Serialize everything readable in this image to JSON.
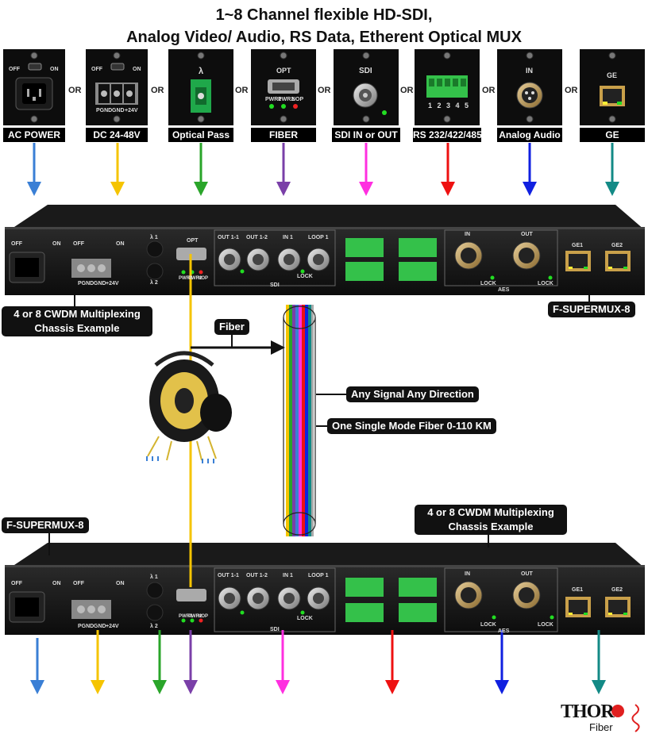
{
  "title_line1": "1~8 Channel flexible HD-SDI,",
  "title_line2": "Analog Video/ Audio, RS Data, Etherent Optical MUX",
  "or_label": "OR",
  "modules": [
    {
      "label": "AC POWER",
      "color": "#3a7fd5"
    },
    {
      "label": "DC 24-48V",
      "color": "#f5c400"
    },
    {
      "label": "Optical Pass",
      "color": "#2aa52a"
    },
    {
      "label": "FIBER",
      "color": "#7a3fa8"
    },
    {
      "label": "SDI IN or OUT",
      "color": "#ff2fe0"
    },
    {
      "label": "RS 232/422/485",
      "color": "#ee1111"
    },
    {
      "label": "Analog Audio",
      "color": "#1020e0"
    },
    {
      "label": "GE",
      "color": "#138a86"
    }
  ],
  "module_tiny": {
    "off": "OFF",
    "on": "ON",
    "lambda": "λ",
    "opt": "OPT",
    "pwr1": "PWR1",
    "pwr2": "PWR2",
    "nop": "NOP",
    "sdi": "SDI",
    "in": "IN",
    "ge": "GE",
    "rs_nums": "1 2 3 4 5",
    "pgnd": "PGND",
    "gnd": "GND",
    "v24": "+24V"
  },
  "chassis": {
    "out11": "OUT 1-1",
    "out12": "OUT 1-2",
    "in1": "IN 1",
    "loop1": "LOOP 1",
    "sdi": "SDI",
    "lock": "LOCK",
    "aes_in": "IN",
    "aes_out": "OUT",
    "aes": "AES",
    "ge1": "GE1",
    "ge2": "GE2",
    "l1": "λ 1",
    "l2": "λ 2",
    "pwr1": "PWR1",
    "pwr2": "PWR2",
    "nop": "NOP",
    "pgnd": "PGND",
    "gnd": "GND",
    "v24": "+24V",
    "off": "OFF",
    "on": "ON",
    "opt": "OPT"
  },
  "callouts": {
    "chassis_example": "4 or 8 CWDM Multiplexing Chassis Example",
    "model": "F-SUPERMUX-8",
    "fiber": "Fiber",
    "any_signal": "Any Signal Any Direction",
    "single_mode": "One Single Mode Fiber 0-110 KM"
  },
  "logo": {
    "brand": "THOR",
    "sub": "Fiber"
  }
}
